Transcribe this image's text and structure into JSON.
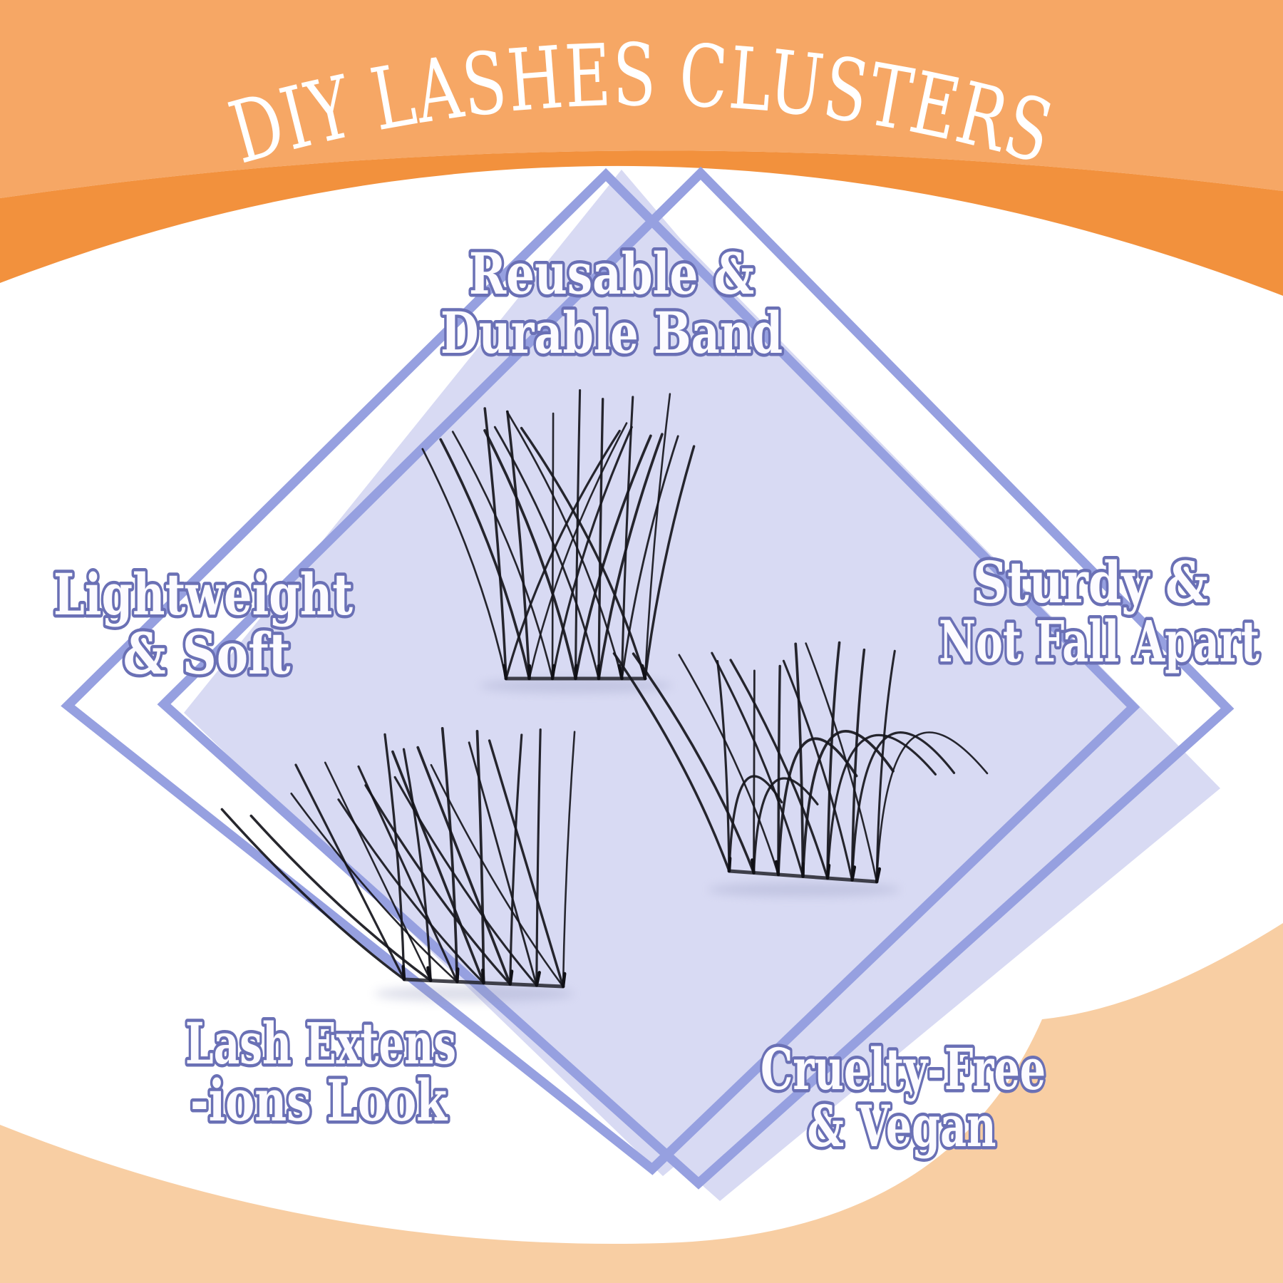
{
  "title": "DIY LASHES CLUSTERS",
  "features": {
    "top": {
      "line1": "Reusable &",
      "line2": "Durable Band"
    },
    "left": {
      "line1": "Lightweight",
      "line2": "& Soft"
    },
    "right": {
      "line1": "Sturdy &",
      "line2": "Not Fall Apart"
    },
    "bottom_left": {
      "line1": "Lash Extens",
      "line2": "-ions Look"
    },
    "bottom_right": {
      "line1": "Cruelty-Free",
      "line2": "& Vegan"
    }
  },
  "illustrations": {
    "top_cluster": "lash-cluster",
    "bottom_left_cluster": "lash-cluster",
    "right_cluster": "lash-cluster"
  },
  "colors": {
    "header_light_orange": "#F6A765",
    "header_dark_orange": "#F2913D",
    "footer_peach": "#F8CEA3",
    "diamond_fill": "#D8DAF3",
    "diamond_outline": "#96A0E0",
    "label_fill": "#FCFBFF",
    "label_outline": "#6A70B5",
    "title_color": "#FFFFFF",
    "lash_color": "#17171D"
  }
}
